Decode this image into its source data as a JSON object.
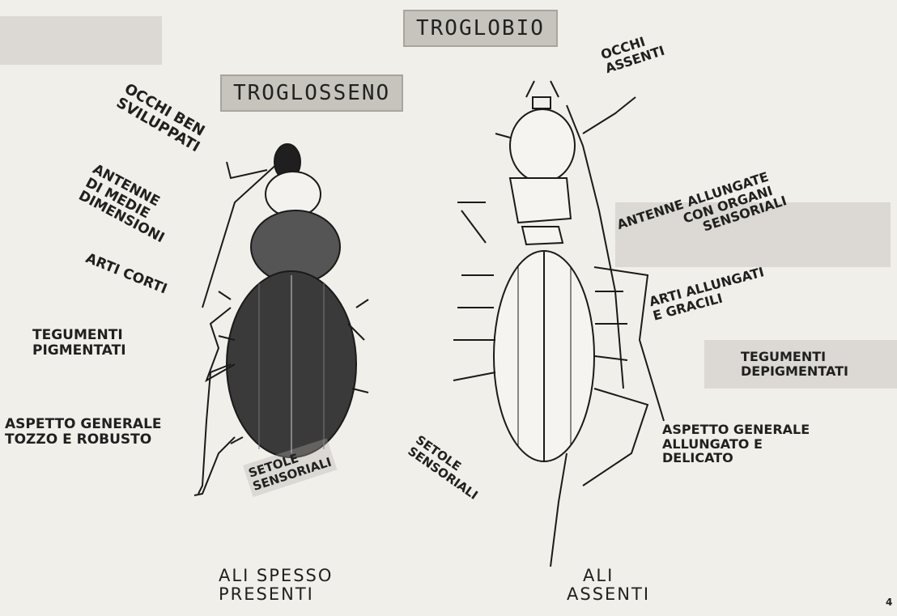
{
  "title_troglobio": "TROGLOBIO",
  "title_troglosseno": "TROGLOSSENO",
  "left": {
    "occhi": [
      "OCCHI BEN",
      "SVILUPPATI"
    ],
    "antenne": [
      "ANTENNE",
      "DI MEDIE",
      "DIMENSIONI"
    ],
    "arti": "ARTI CORTI",
    "tegumenti": [
      "TEGUMENTI",
      "PIGMENTATI"
    ],
    "aspetto": [
      "ASPETTO GENERALE",
      "TOZZO E ROBUSTO"
    ],
    "setole": [
      "SETOLE",
      "SENSORIALI"
    ],
    "ali": [
      "ALI SPESSO",
      "PRESENTI"
    ]
  },
  "right": {
    "occhi": [
      "OCCHI",
      "ASSENTI"
    ],
    "antenne": [
      "ANTENNE ALLUNGATE",
      "CON ORGANI",
      "SENSORIALI"
    ],
    "arti": [
      "ARTI ALLUNGATI",
      "E GRACILI"
    ],
    "tegumenti": [
      "TEGUMENTI",
      "DEPIGMENTATI"
    ],
    "aspetto": [
      "ASPETTO GENERALE",
      "ALLUNGATO E",
      "DELICATO"
    ],
    "setole": [
      "SETOLE",
      "SENSORIALI"
    ],
    "ali": [
      "ALI",
      "ASSENTI"
    ]
  },
  "page_number": "4"
}
